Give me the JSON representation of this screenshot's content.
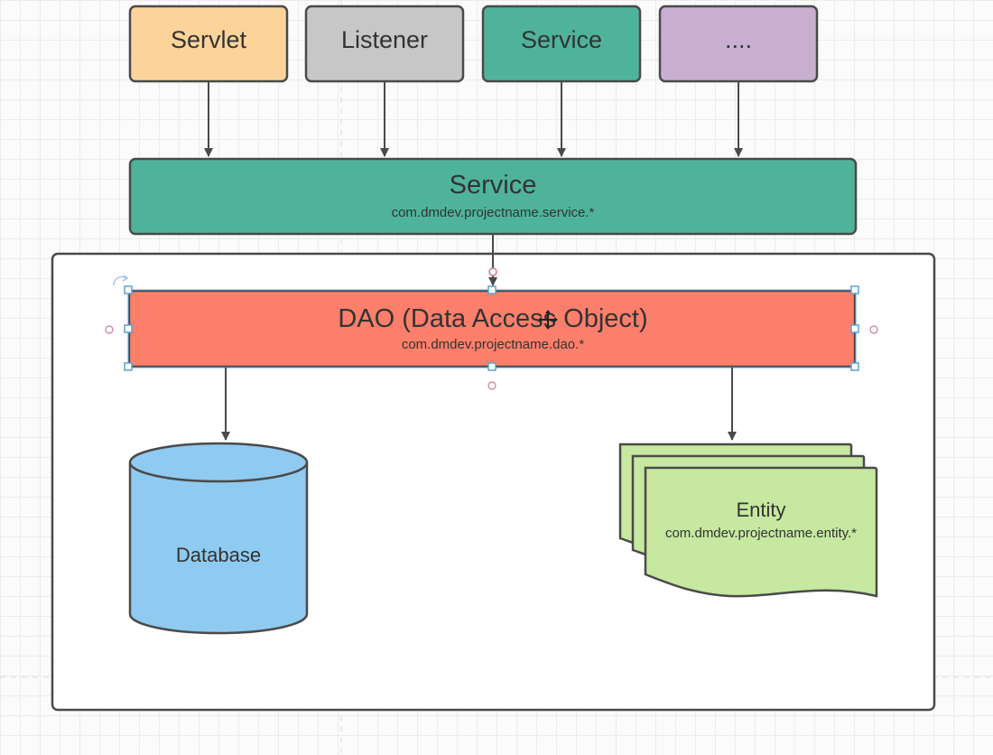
{
  "top_boxes": [
    {
      "label": "Servlet",
      "color": "#fcd49b"
    },
    {
      "label": "Listener",
      "color": "#c7c7c7"
    },
    {
      "label": "Service",
      "color": "#4fb39c"
    },
    {
      "label": "....",
      "color": "#c8afd1"
    }
  ],
  "service": {
    "title": "Service",
    "package": "com.dmdev.projectname.service.*",
    "color": "#4fb39c"
  },
  "dao": {
    "title": "DAO (Data Access Object)",
    "package": "com.dmdev.projectname.dao.*",
    "color": "#fc7f6b",
    "selected": true
  },
  "database": {
    "label": "Database",
    "color": "#8fcaf0"
  },
  "entity": {
    "title": "Entity",
    "package": "com.dmdev.projectname.entity.*",
    "color": "#c6e8a0"
  },
  "colors": {
    "stroke": "#4a4a4a",
    "selection": "#5aa3d6",
    "connector_point": "#d0789b"
  }
}
